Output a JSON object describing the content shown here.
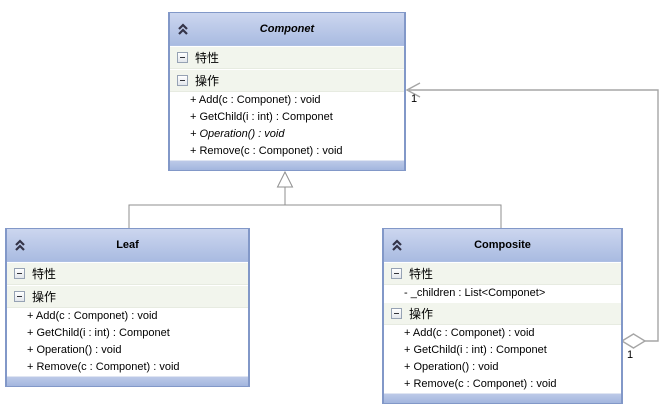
{
  "diagram": {
    "background_color": "#ffffff",
    "box_border_color": "#8298c8",
    "header_gradient_top": "#ccd6ef",
    "header_gradient_bottom": "#a9bbe1",
    "section_row_color": "#f2f5ed",
    "connector_color": "#8f8f8f",
    "icons": {
      "collapse": "chevron-double-up-icon",
      "section_toggle": "minus-box-icon"
    }
  },
  "section_labels": {
    "properties": "特性",
    "operations": "操作"
  },
  "classes": {
    "componet": {
      "title": "Componet",
      "methods": [
        "+ Add(c : Componet) : void",
        "+ GetChild(i : int) : Componet",
        "+ Operation() : void",
        "+ Remove(c : Componet) : void"
      ]
    },
    "leaf": {
      "title": "Leaf",
      "methods": [
        "+ Add(c : Componet) : void",
        "+ GetChild(i : int) : Componet",
        "+ Operation() : void",
        "+ Remove(c : Componet) : void"
      ]
    },
    "composite": {
      "title": "Composite",
      "attributes": [
        "- _children : List<Componet>"
      ],
      "methods": [
        "+ Add(c : Componet) : void",
        "+ GetChild(i : int) : Componet",
        "+ Operation() : void",
        "+ Remove(c : Componet) : void"
      ]
    }
  },
  "relationships": {
    "association": {
      "target_multiplicity": "1",
      "source_multiplicity": "1"
    }
  }
}
